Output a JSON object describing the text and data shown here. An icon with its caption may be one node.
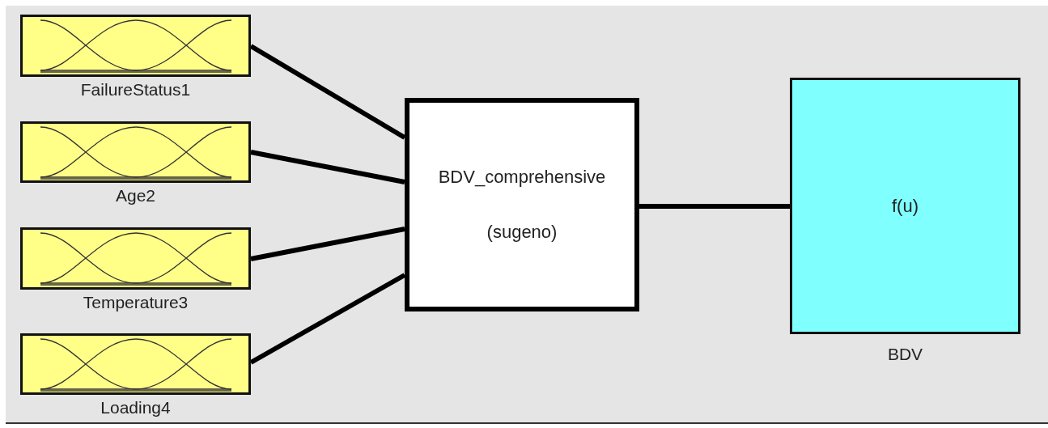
{
  "diagram": {
    "nodes": [
      {
        "text": [
          "FailureStatus1"
        ]
      },
      {
        "text": [
          "Age2"
        ]
      },
      {
        "text": [
          "Temperature3"
        ]
      },
      {
        "text": [
          "Loading4"
        ]
      },
      {
        "text": [
          "BDV_comprehensive",
          "(sugeno)"
        ]
      },
      {
        "text": [
          "f(u)",
          "BDV"
        ]
      }
    ],
    "edges": [
      {
        "from": 0,
        "to": 4,
        "arrow": "none"
      },
      {
        "from": 1,
        "to": 4,
        "arrow": "none"
      },
      {
        "from": 2,
        "to": 4,
        "arrow": "none"
      },
      {
        "from": 3,
        "to": 4,
        "arrow": "none"
      },
      {
        "from": 4,
        "to": 5,
        "arrow": "none"
      }
    ]
  }
}
